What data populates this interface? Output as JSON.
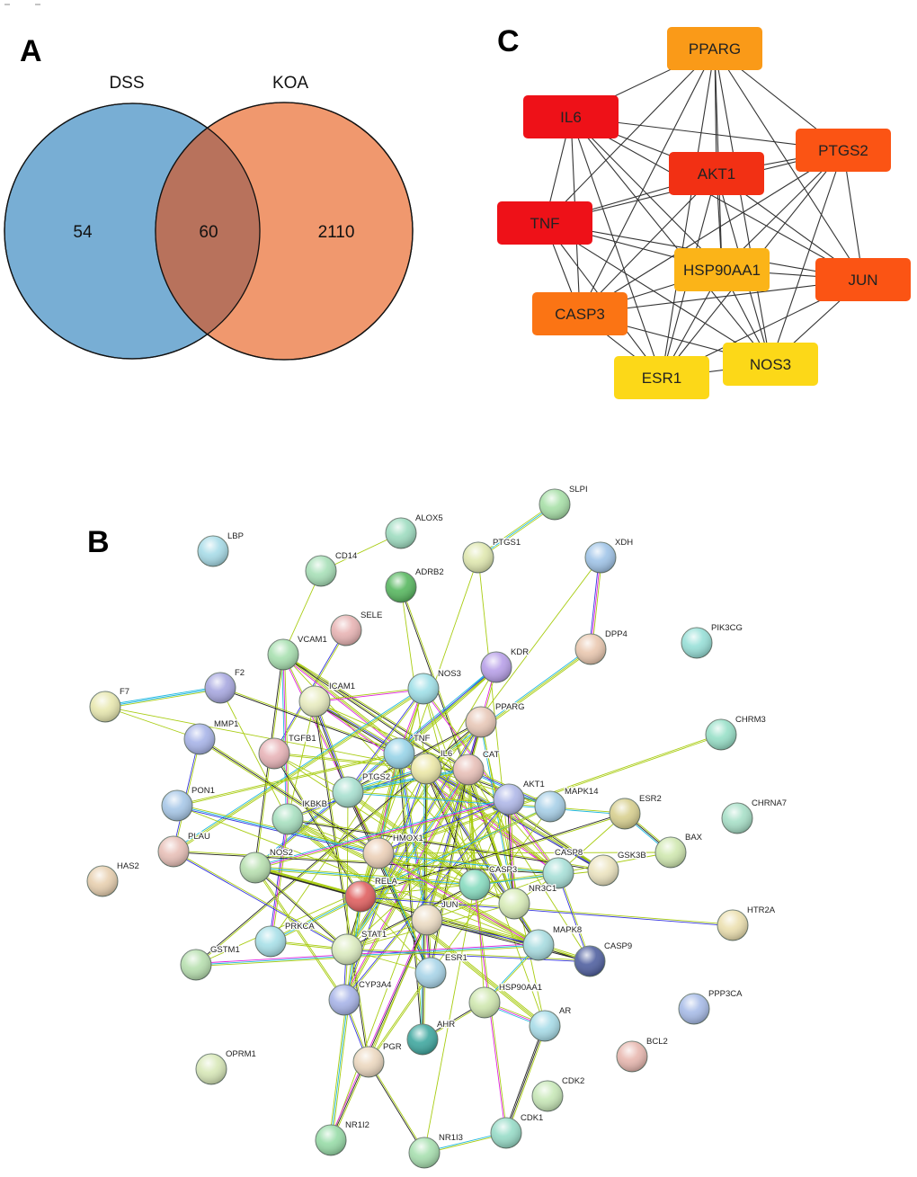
{
  "panel_a": {
    "letter": "A",
    "sets": [
      {
        "name": "DSS",
        "only": "54",
        "color": "#78aed4"
      },
      {
        "name": "KOA",
        "only": "2110",
        "color": "#f0986e"
      }
    ],
    "intersection": "60",
    "intersection_color": "#b8725c"
  },
  "panel_b": {
    "letter": "B",
    "nodes": [
      "LBP",
      "ALOX5",
      "CD14",
      "ADRB2",
      "PTGS1",
      "SLPI",
      "XDH",
      "SELE",
      "VCAM1",
      "KDR",
      "DPP4",
      "PIK3CG",
      "F2",
      "F7",
      "ICAM1",
      "NOS3",
      "PPARG",
      "CHRM3",
      "MMP1",
      "TGFB1",
      "TNF",
      "IL6",
      "CAT",
      "PTGS2",
      "IKBKB",
      "PON1",
      "AKT1",
      "MAPK14",
      "ESR2",
      "CHRNA7",
      "PLAU",
      "HAS2",
      "NOS2",
      "HMOX1",
      "BAX",
      "RELA",
      "CASP3",
      "CASP8",
      "GSK3B",
      "NR3C1",
      "JUN",
      "HTR2A",
      "PRKCA",
      "STAT1",
      "MAPK8",
      "CASP9",
      "GSTM1",
      "ESR1",
      "CYP3A4",
      "HSP90AA1",
      "AR",
      "PPP3CA",
      "AHR",
      "PGR",
      "BCL2",
      "OPRM1",
      "CDK2",
      "CDK1",
      "NR1I2",
      "NR1I3"
    ],
    "edge_colors": [
      "#a8cc10",
      "#222222",
      "#e020e0",
      "#20b8e0",
      "#3535e0"
    ]
  },
  "panel_c": {
    "letter": "C",
    "nodes": [
      {
        "name": "PPARG",
        "color": "#fa9a18"
      },
      {
        "name": "IL6",
        "color": "#ee1118"
      },
      {
        "name": "PTGS2",
        "color": "#fb5414"
      },
      {
        "name": "AKT1",
        "color": "#f23014"
      },
      {
        "name": "TNF",
        "color": "#ee1118"
      },
      {
        "name": "HSP90AA1",
        "color": "#fbb418"
      },
      {
        "name": "JUN",
        "color": "#fb5414"
      },
      {
        "name": "CASP3",
        "color": "#fb7414"
      },
      {
        "name": "ESR1",
        "color": "#fcd818"
      },
      {
        "name": "NOS3",
        "color": "#fcd818"
      }
    ]
  }
}
